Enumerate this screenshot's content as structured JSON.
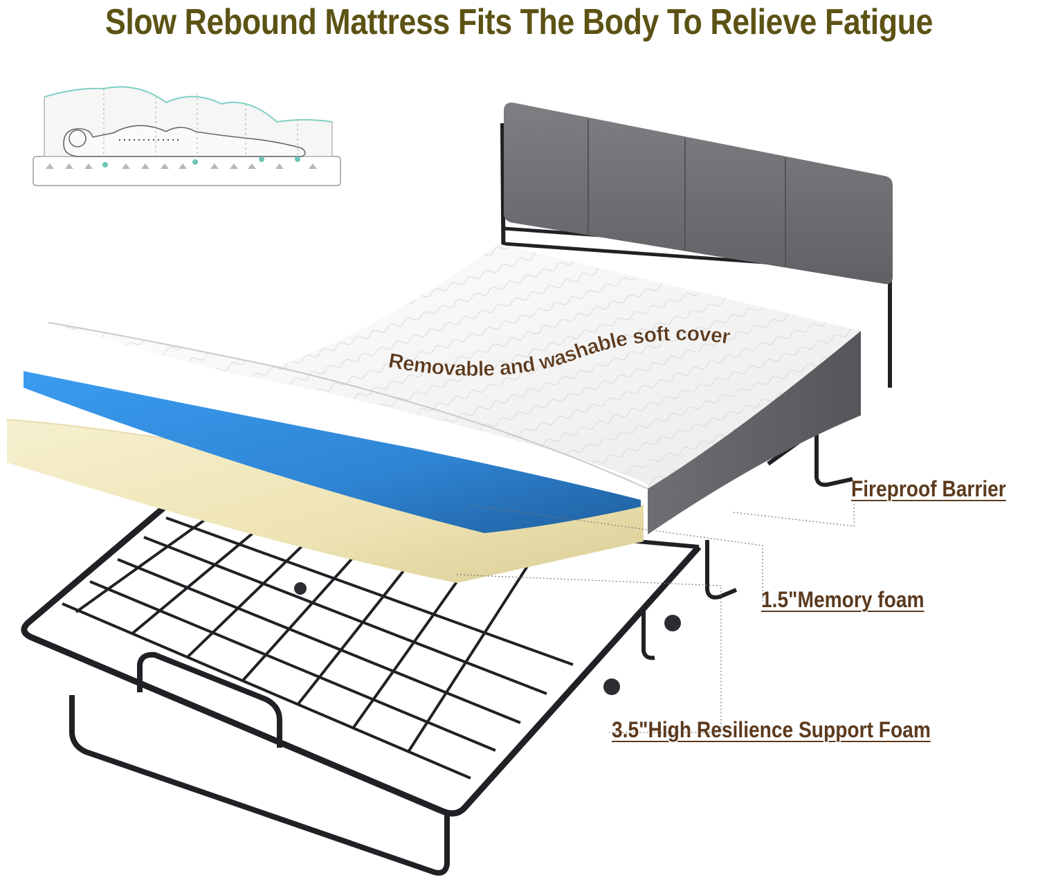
{
  "headline": "Slow Rebound Mattress Fits The Body To Relieve Fatigue",
  "cover_label": "Removable and washable soft cover",
  "callouts": {
    "fireproof": "Fireproof Barrier",
    "memory_foam": "1.5\"Memory foam",
    "support_foam": "3.5\"High Resilience Support Foam"
  },
  "colors": {
    "headline": "#5c5214",
    "callout_text": "#5c3a1e",
    "memory_foam": "#3f9be8",
    "support_foam": "#f3ecc6",
    "headboard": "#6f7173",
    "frame": "#1f2124"
  }
}
